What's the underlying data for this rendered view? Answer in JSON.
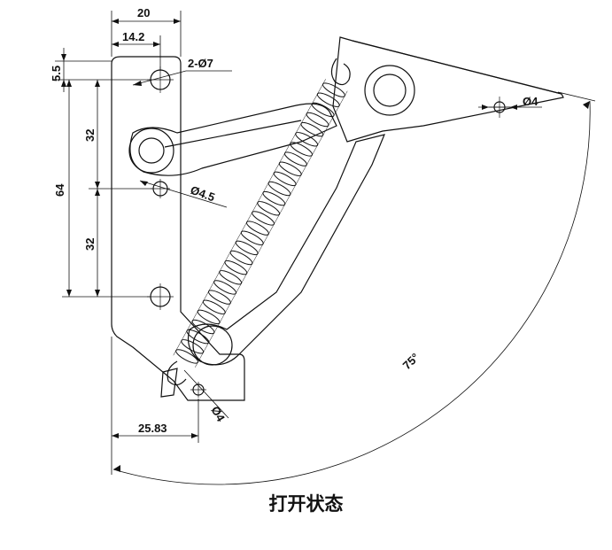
{
  "caption": "打开状态",
  "dimensions": {
    "overall_width": "20",
    "hole_offset_x": "14.2",
    "top_offset": "5.5",
    "hole_callout": "2-Ø7",
    "upper_spacing": "32",
    "total_spacing": "64",
    "lower_spacing": "32",
    "pivot_hole": "Ø4.5",
    "bottom_hole": "Ø4",
    "bottom_offset_x": "25.83",
    "arm_hole": "Ø4",
    "angle": "75°"
  },
  "colors": {
    "line": "#111111",
    "background": "#ffffff"
  }
}
